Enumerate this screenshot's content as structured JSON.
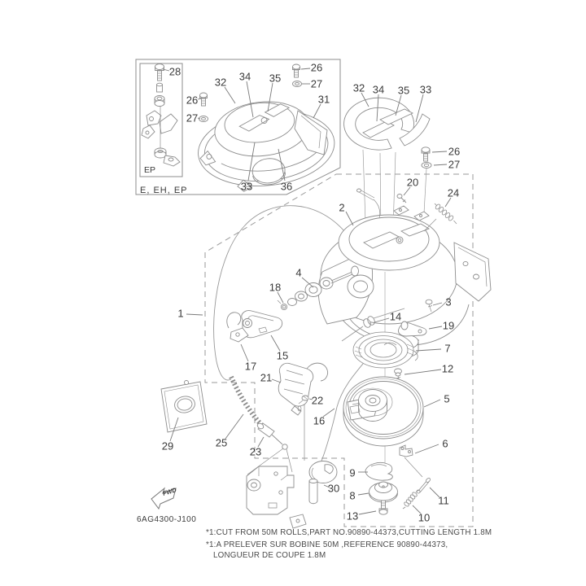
{
  "diagram": {
    "code": "6AG4300-J100",
    "inset": {
      "inner_label": "EP",
      "caption": "E, EH, EP"
    },
    "fwd_label": "FWD",
    "footnotes": [
      "*1:CUT FROM 50M ROLLS,PART NO.90890-44373,CUTTING LENGTH 1.8M",
      "*1:A PRELEVER SUR BOBINE 50M ,REFERENCE 90890-44373,",
      "LONGUEUR DE COUPE 1.8M"
    ],
    "colors": {
      "background": "#ffffff",
      "line": "#8d8d8d",
      "label": "#3a3a3a",
      "dashed_box": "#9a9a9a"
    },
    "callouts": [
      [
        "28",
        215,
        88,
        208,
        87,
        200,
        85
      ],
      [
        "26",
        236,
        123,
        243,
        122,
        247,
        121
      ],
      [
        "27",
        236,
        145,
        243,
        145,
        246,
        146
      ],
      [
        "32",
        271,
        101,
        276,
        107,
        289,
        127
      ],
      [
        "34",
        301,
        94,
        303,
        100,
        311,
        144
      ],
      [
        "35",
        338,
        96,
        335,
        102,
        329,
        137
      ],
      [
        "26",
        389,
        83,
        381,
        84,
        370,
        85
      ],
      [
        "27",
        389,
        103,
        381,
        103,
        371,
        103
      ],
      [
        "31",
        398,
        122,
        394,
        128,
        385,
        145
      ],
      [
        "33",
        303,
        229,
        305,
        222,
        313,
        175
      ],
      [
        "36",
        352,
        229,
        350,
        222,
        342,
        183
      ],
      [
        "32",
        441,
        108,
        444,
        114,
        453,
        131
      ],
      [
        "34",
        465,
        110,
        465,
        116,
        463,
        149
      ],
      [
        "35",
        496,
        111,
        493,
        117,
        486,
        142
      ],
      [
        "33",
        523,
        110,
        520,
        116,
        511,
        150
      ],
      [
        "26",
        558,
        186,
        549,
        186,
        531,
        187
      ],
      [
        "27",
        558,
        202,
        549,
        202,
        533,
        203
      ],
      [
        "1",
        222,
        385,
        229,
        386,
        249,
        387
      ],
      [
        "2",
        420,
        255,
        425,
        260,
        434,
        277
      ],
      [
        "20",
        507,
        224,
        504,
        230,
        496,
        240
      ],
      [
        "24",
        557,
        237,
        554,
        243,
        547,
        254
      ],
      [
        "4",
        367,
        335,
        371,
        341,
        385,
        353
      ],
      [
        "18",
        338,
        353,
        341,
        359,
        348,
        372
      ],
      [
        "15",
        347,
        437,
        344,
        431,
        333,
        412
      ],
      [
        "17",
        308,
        450,
        305,
        444,
        296,
        423
      ],
      [
        "14",
        486,
        389,
        478,
        391,
        460,
        396
      ],
      [
        "3",
        551,
        371,
        543,
        372,
        532,
        375
      ],
      [
        "19",
        551,
        400,
        543,
        401,
        527,
        404
      ],
      [
        "7",
        550,
        428,
        542,
        429,
        511,
        431
      ],
      [
        "12",
        550,
        453,
        542,
        454,
        497,
        460
      ],
      [
        "5",
        549,
        490,
        541,
        491,
        521,
        500
      ],
      [
        "6",
        547,
        545,
        539,
        546,
        510,
        557
      ],
      [
        "16",
        392,
        517,
        397,
        512,
        411,
        502
      ],
      [
        "21",
        327,
        464,
        334,
        466,
        345,
        470
      ],
      [
        "22",
        390,
        492,
        384,
        491,
        380,
        490
      ],
      [
        "25",
        272,
        544,
        277,
        539,
        299,
        509
      ],
      [
        "23",
        314,
        555,
        317,
        549,
        324,
        537
      ],
      [
        "29",
        206,
        548,
        209,
        542,
        219,
        513
      ],
      [
        "30",
        410,
        600,
        405,
        599,
        398,
        596
      ],
      [
        "9",
        433,
        581,
        440,
        580,
        452,
        580
      ],
      [
        "8",
        433,
        609,
        440,
        608,
        453,
        606
      ],
      [
        "13",
        433,
        634,
        441,
        632,
        462,
        628
      ],
      [
        "10",
        521,
        636,
        517,
        631,
        507,
        621
      ],
      [
        "11",
        545,
        615,
        540,
        611,
        528,
        599
      ]
    ]
  }
}
